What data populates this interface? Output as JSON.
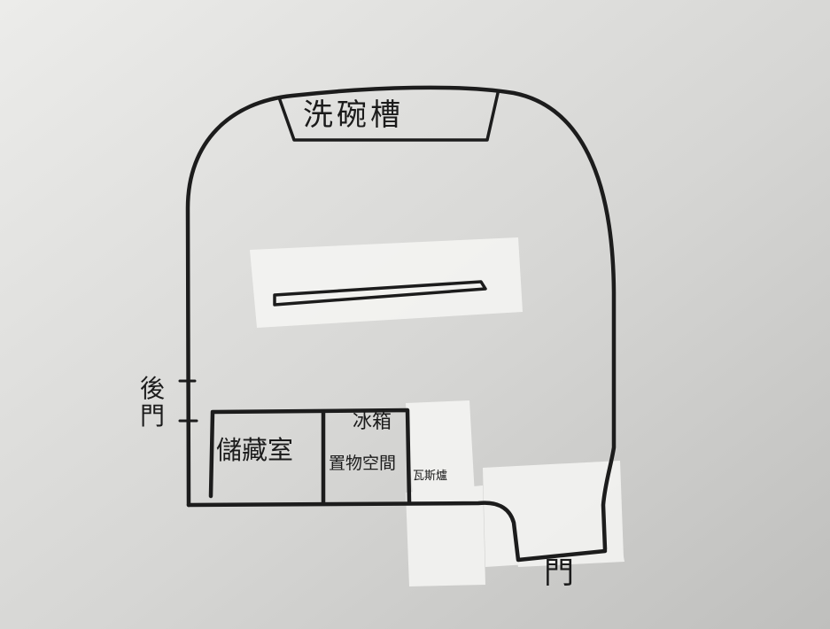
{
  "diagram": {
    "colors": {
      "paper": "#e7e7e5",
      "ink": "#1c1c1c",
      "tape": "#f3f3f1"
    },
    "labels": {
      "sink": "洗碗槽",
      "storage_room": "儲藏室",
      "fridge": "冰箱",
      "storage_space": "置物空間",
      "gas_stove": "瓦斯爐",
      "back_door": "後門",
      "door": "門"
    }
  }
}
